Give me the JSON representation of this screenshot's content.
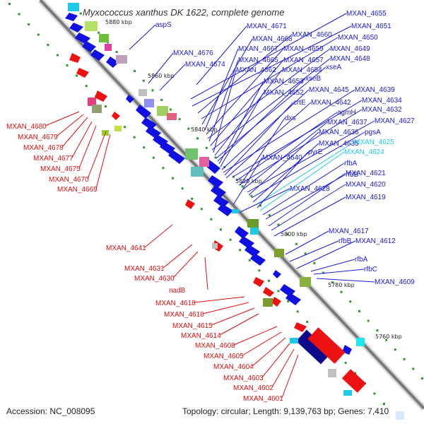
{
  "title": "Myxococcus xanthus DK 1622, complete genome",
  "footer": {
    "accession": "Accession: NC_008095",
    "summary": "Topology: circular; Length: 9,139,763 bp; Genes: 7,410"
  },
  "colors": {
    "label_blue": "#1a1adb",
    "label_red": "#e01010",
    "label_cyan": "#20c8e8",
    "backbone": "#888888"
  },
  "ticks": [
    "5880 kbp",
    "5860 kbp",
    "5840 kbp",
    "5820 kbp",
    "5800 kbp",
    "5780 kbp",
    "5760 kbp"
  ],
  "right_labels": [
    {
      "text": "aspS",
      "color": "blue"
    },
    {
      "text": "MXAN_4655",
      "color": "blue"
    },
    {
      "text": "MXAN_4651",
      "color": "blue"
    },
    {
      "text": "MXAN_4671",
      "color": "blue"
    },
    {
      "text": "MXAN_4660",
      "color": "blue"
    },
    {
      "text": "MXAN_4650",
      "color": "blue"
    },
    {
      "text": "MXAN_4668",
      "color": "blue"
    },
    {
      "text": "MXAN_4676",
      "color": "blue"
    },
    {
      "text": "MXAN_4667",
      "color": "blue"
    },
    {
      "text": "MXAN_4659",
      "color": "blue"
    },
    {
      "text": "MXAN_4649",
      "color": "blue"
    },
    {
      "text": "MXAN_4665",
      "color": "blue"
    },
    {
      "text": "MXAN_4657",
      "color": "blue"
    },
    {
      "text": "MXAN_4648",
      "color": "blue"
    },
    {
      "text": "MXAN_4674",
      "color": "blue"
    },
    {
      "text": "MXAN_4662",
      "color": "blue"
    },
    {
      "text": "MXAN_4654",
      "color": "blue"
    },
    {
      "text": "xseA",
      "color": "blue"
    },
    {
      "text": "xseB",
      "color": "blue"
    },
    {
      "text": "MXAN_4653",
      "color": "blue"
    },
    {
      "text": "MXAN_4652",
      "color": "blue"
    },
    {
      "text": "MXAN_4645",
      "color": "blue"
    },
    {
      "text": "MXAN_4639",
      "color": "blue"
    },
    {
      "text": "MXAN_4634",
      "color": "blue"
    },
    {
      "text": "crtE",
      "color": "blue"
    },
    {
      "text": "MXAN_4642",
      "color": "blue"
    },
    {
      "text": "agmH",
      "color": "blue"
    },
    {
      "text": "MXAN_4632",
      "color": "blue"
    },
    {
      "text": "dxs",
      "color": "blue"
    },
    {
      "text": "MXAN_4637",
      "color": "blue"
    },
    {
      "text": "MXAN_4627",
      "color": "blue"
    },
    {
      "text": "MXAN_4636",
      "color": "blue"
    },
    {
      "text": "pgsA",
      "color": "blue"
    },
    {
      "text": "MXAN_4635",
      "color": "blue"
    },
    {
      "text": "MXAN_4625",
      "color": "cyan"
    },
    {
      "text": "pyrE",
      "color": "blue"
    },
    {
      "text": "MXAN_4624",
      "color": "cyan"
    },
    {
      "text": "MXAN_4640",
      "color": "blue"
    },
    {
      "text": "rfbA",
      "color": "blue"
    },
    {
      "text": "rfbB",
      "color": "blue"
    },
    {
      "text": "MXAN_4621",
      "color": "blue"
    },
    {
      "text": "MXAN_4628",
      "color": "blue"
    },
    {
      "text": "MXAN_4620",
      "color": "blue"
    },
    {
      "text": "MXAN_4619",
      "color": "blue"
    },
    {
      "text": "MXAN_4617",
      "color": "blue"
    },
    {
      "text": "rfbB",
      "color": "blue"
    },
    {
      "text": "MXAN_4612",
      "color": "blue"
    },
    {
      "text": "rfbA",
      "color": "blue"
    },
    {
      "text": "rfbC",
      "color": "blue"
    },
    {
      "text": "MXAN_4609",
      "color": "blue"
    }
  ],
  "left_labels": [
    {
      "text": "MXAN_4680"
    },
    {
      "text": "MXAN_4679"
    },
    {
      "text": "MXAN_4678"
    },
    {
      "text": "MXAN_4677"
    },
    {
      "text": "MXAN_4675"
    },
    {
      "text": "MXAN_4670"
    },
    {
      "text": "MXAN_4669"
    },
    {
      "text": "MXAN_4641"
    },
    {
      "text": "MXAN_4631"
    },
    {
      "text": "MXAN_4630"
    },
    {
      "text": "nadB"
    },
    {
      "text": "MXAN_4618"
    },
    {
      "text": "MXAN_4616"
    },
    {
      "text": "MXAN_4615"
    },
    {
      "text": "MXAN_4614"
    },
    {
      "text": "MXAN_4608"
    },
    {
      "text": "MXAN_4605"
    },
    {
      "text": "MXAN_4604"
    },
    {
      "text": "MXAN_4603"
    },
    {
      "text": "MXAN_4602"
    },
    {
      "text": "MXAN_4601"
    }
  ]
}
